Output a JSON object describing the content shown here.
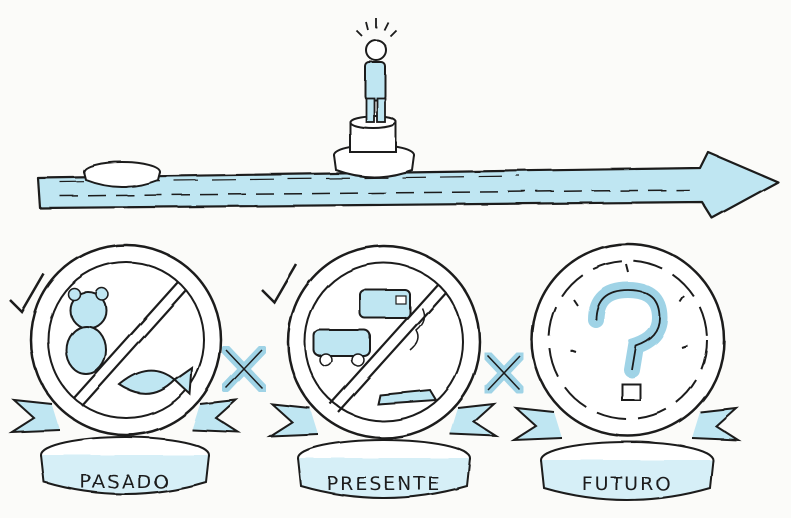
{
  "colors": {
    "ink": "#1a1a1a",
    "wash": "#bfe6f2",
    "wash_dark": "#9fd3e6",
    "paper": "#fbfbf9"
  },
  "panels": [
    {
      "label": "PASADO",
      "icon": "teddy-bear-and-fish-icon",
      "crossed": true,
      "checked": true
    },
    {
      "label": "PRESENTE",
      "icon": "car-and-bus-icon",
      "crossed": true,
      "checked": true
    },
    {
      "label": "FUTURO",
      "icon": "question-mark-icon",
      "crossed": false,
      "checked": false
    }
  ],
  "separators": [
    "x",
    "x"
  ],
  "timeline": {
    "icon": "arrow-timeline-icon",
    "person_icon": "standing-person-on-pedestal-icon"
  }
}
